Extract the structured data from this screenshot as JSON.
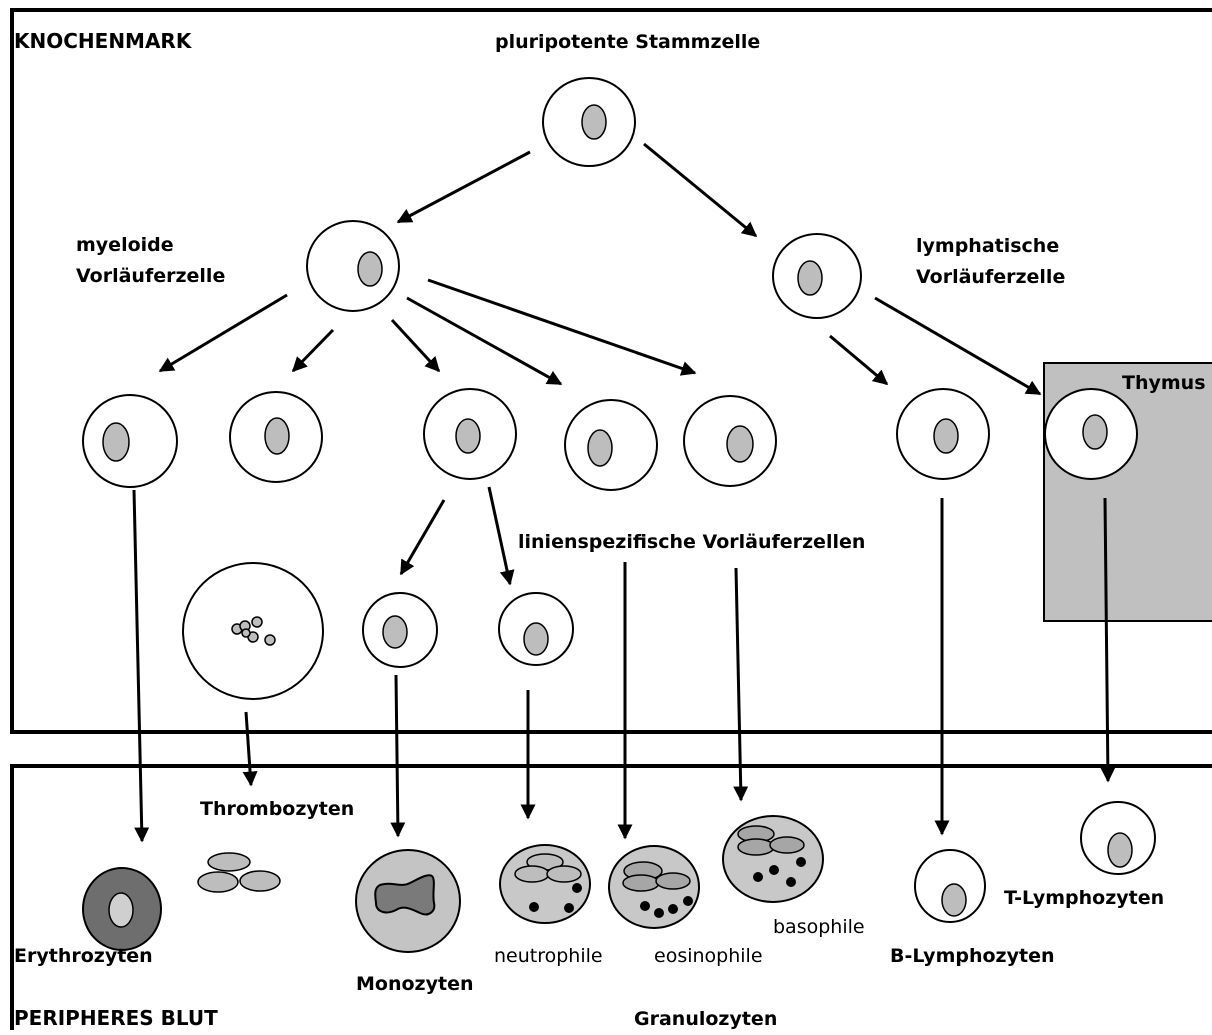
{
  "regions": {
    "bone_marrow": "KNOCHENMARK",
    "peripheral_blood": "PERIPHERES BLUT",
    "thymus": "Thymus"
  },
  "labels": {
    "stem_cell": "pluripotente Stammzelle",
    "myeloid_line1": "myeloide",
    "myeloid_line2": "Vorläuferzelle",
    "lymphoid_line1": "lymphatische",
    "lymphoid_line2": "Vorläuferzelle",
    "lineage_progenitors": "linienspezifische Vorläuferzellen",
    "thrombocytes": "Thrombozyten",
    "erythrocytes": "Erythrozyten",
    "monocytes": "Monozyten",
    "neutrophils": "neutrophile",
    "eosinophils": "eosinophile",
    "basophils": "basophile",
    "granulocytes": "Granulozyten",
    "b_lymphocytes": "B-Lymphozyten",
    "t_lymphocytes": "T-Lymphozyten"
  },
  "colors": {
    "thymus_fill": "#c0c0c0",
    "nucleus": "#bdbdbd",
    "granulocyte_body": "#c8c8c8",
    "erythrocyte_ring": "#6e6e6e",
    "monocyte_body": "#c4c4c4",
    "monocyte_nucleus": "#7a7a7a"
  }
}
